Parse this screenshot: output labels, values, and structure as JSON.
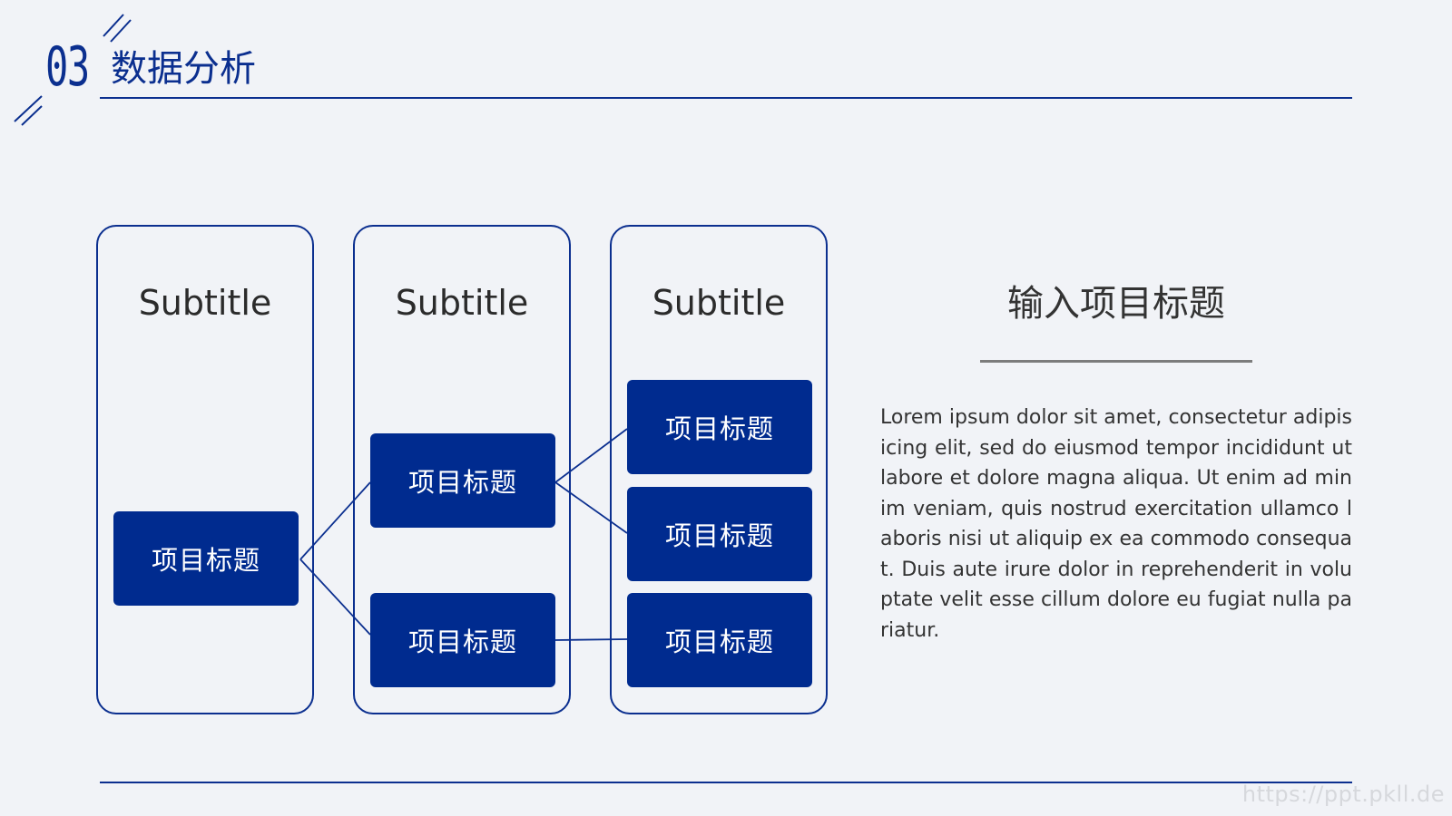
{
  "header": {
    "number": "03",
    "title": "数据分析"
  },
  "diagram": {
    "columns": [
      {
        "subtitle": "Subtitle",
        "items": [
          "项目标题"
        ]
      },
      {
        "subtitle": "Subtitle",
        "items": [
          "项目标题",
          "项目标题"
        ]
      },
      {
        "subtitle": "Subtitle",
        "items": [
          "项目标题",
          "项目标题",
          "项目标题"
        ]
      }
    ]
  },
  "panel": {
    "title": "输入项目标题",
    "body": "Lorem ipsum dolor sit amet, consectetur adipisicing elit, sed do eiusmod tempor incididunt ut labore et dolore magna aliqua. Ut enim ad minim veniam, quis nostrud exercitation ullamco laboris nisi ut aliquip ex ea commodo consequat. Duis aute irure dolor in reprehenderit in voluptate velit esse cillum dolore eu fugiat nulla pariatur."
  },
  "watermark": "https://ppt.pkll.de",
  "colors": {
    "accent": "#0b2f8f",
    "box_fill": "#002b8f",
    "background": "#f1f3f7"
  }
}
